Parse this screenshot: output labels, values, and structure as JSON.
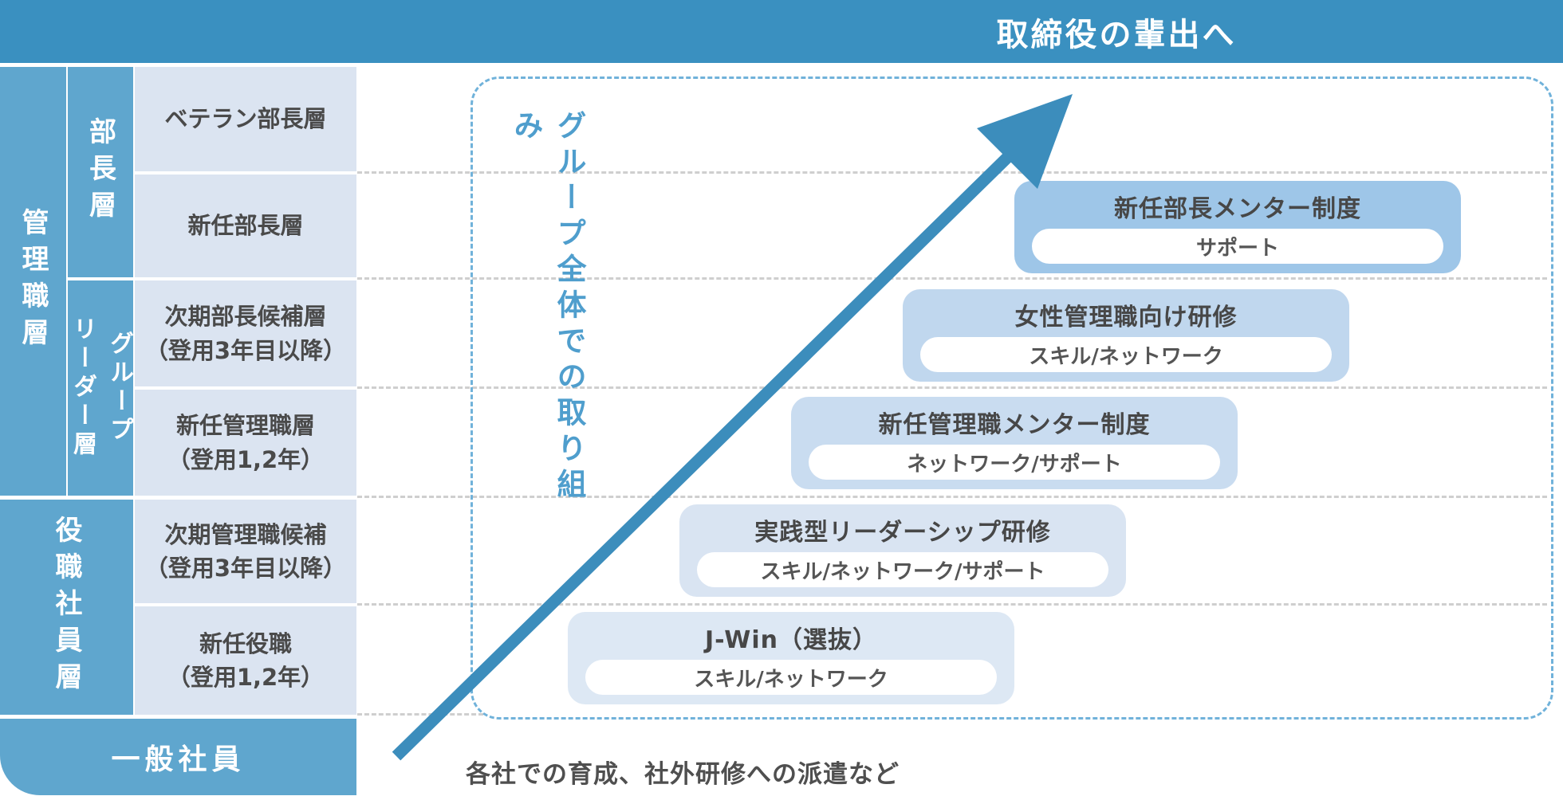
{
  "header": {
    "title": "取締役の輩出へ"
  },
  "table": {
    "groups": [
      {
        "label": "管理職層"
      },
      {
        "label": "役職社員層"
      }
    ],
    "subgroups": [
      {
        "label": "部長層"
      },
      {
        "label": "グループリーダー層",
        "lines": [
          "グループ",
          "リーダー層"
        ]
      }
    ],
    "rows": [
      {
        "lines": [
          "ベテラン部長層",
          ""
        ]
      },
      {
        "lines": [
          "新任部長層",
          ""
        ]
      },
      {
        "lines": [
          "次期部長候補層",
          "（登用3年目以降）"
        ]
      },
      {
        "lines": [
          "新任管理職層",
          "（登用1,2年）"
        ]
      },
      {
        "lines": [
          "次期管理職候補",
          "（登用3年目以降）"
        ]
      },
      {
        "lines": [
          "新任役職",
          "（登用1,2年）"
        ]
      }
    ],
    "base": {
      "label": "一般社員"
    }
  },
  "programs": {
    "frame_label": "グループ全体での取り組み",
    "items": [
      {
        "title": "新任部長メンター制度",
        "tags": "サポート",
        "bg": "#9ec6e8"
      },
      {
        "title": "女性管理職向け研修",
        "tags": "スキル/ネットワーク",
        "bg": "#c0d7ee"
      },
      {
        "title": "新任管理職メンター制度",
        "tags": "ネットワーク/サポート",
        "bg": "#c9dcf0"
      },
      {
        "title": "実践型リーダーシップ研修",
        "tags": "スキル/ネットワーク/サポート",
        "bg": "#d9e4f2"
      },
      {
        "title": "J-Win（選抜）",
        "tags": "スキル/ネットワーク",
        "bg": "#dde8f4"
      }
    ]
  },
  "footer_note": "各社での育成、社外研修への派遣など",
  "colors": {
    "header_bg": "#3a90c0",
    "band_blue": "#5fa6ce",
    "row_fill": "#dbe4f1",
    "frame_dash": "#70b2da",
    "grid_dash": "#cfcfcf",
    "arrow": "#3c8dbc",
    "accent_text": "#4f9ecd",
    "text_dark": "#4a4a4a"
  }
}
